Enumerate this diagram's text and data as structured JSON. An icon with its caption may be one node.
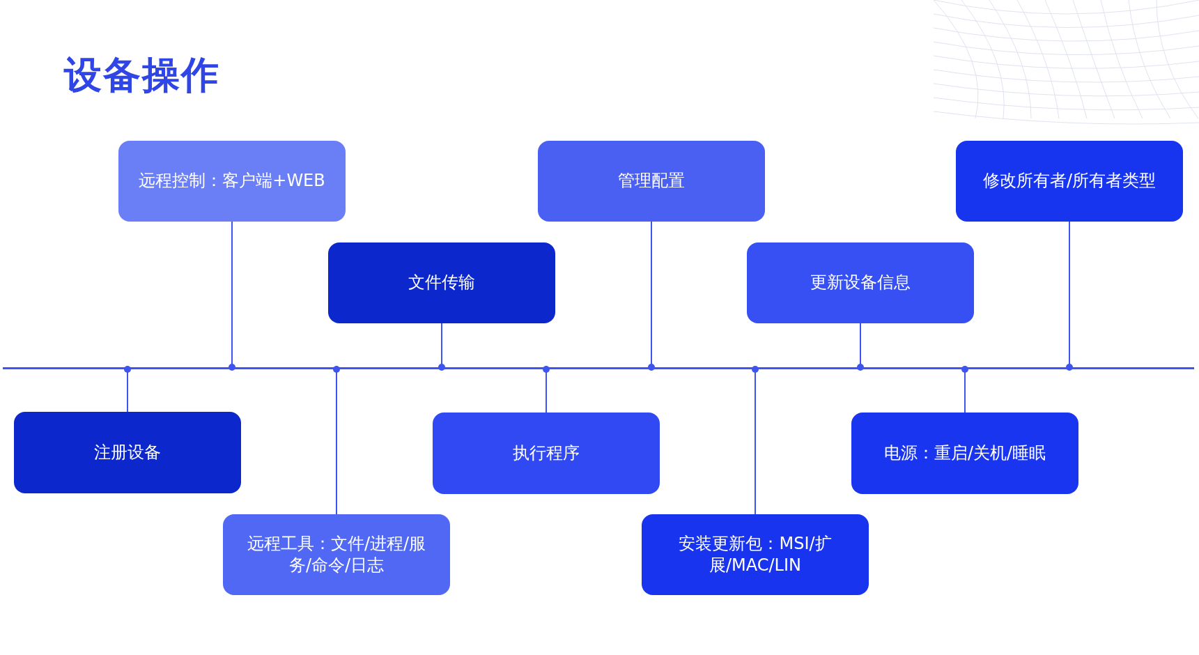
{
  "diagram": {
    "title": "设备操作",
    "nodes": [
      {
        "text": [
          "远程控制：客户端+WEB"
        ]
      },
      {
        "text": [
          "管理配置"
        ]
      },
      {
        "text": [
          "修改所有者/所有者类型"
        ]
      },
      {
        "text": [
          "文件传输"
        ]
      },
      {
        "text": [
          "更新设备信息"
        ]
      },
      {
        "text": [],
        "shape": "bar"
      },
      {
        "text": [
          "注册设备"
        ]
      },
      {
        "text": [
          "执行程序"
        ]
      },
      {
        "text": [
          "电源：重启/关机/睡眠"
        ]
      },
      {
        "text": [
          "远程工具：文件/进程/服务/命令/日志"
        ]
      },
      {
        "text": [
          "安装更新包：MSI/扩展/MAC/LIN"
        ]
      }
    ],
    "edges": [
      {
        "from": 0,
        "to": 5,
        "arrow": "other"
      },
      {
        "from": 1,
        "to": 5,
        "arrow": "other"
      },
      {
        "from": 2,
        "to": 5,
        "arrow": "other"
      },
      {
        "from": 3,
        "to": 5,
        "arrow": "other"
      },
      {
        "from": 4,
        "to": 5,
        "arrow": "other"
      },
      {
        "from": 6,
        "to": 5,
        "arrow": "other"
      },
      {
        "from": 7,
        "to": 5,
        "arrow": "other"
      },
      {
        "from": 8,
        "to": 5,
        "arrow": "other"
      },
      {
        "from": 9,
        "to": 5,
        "arrow": "other"
      },
      {
        "from": 10,
        "to": 5,
        "arrow": "other"
      }
    ]
  }
}
